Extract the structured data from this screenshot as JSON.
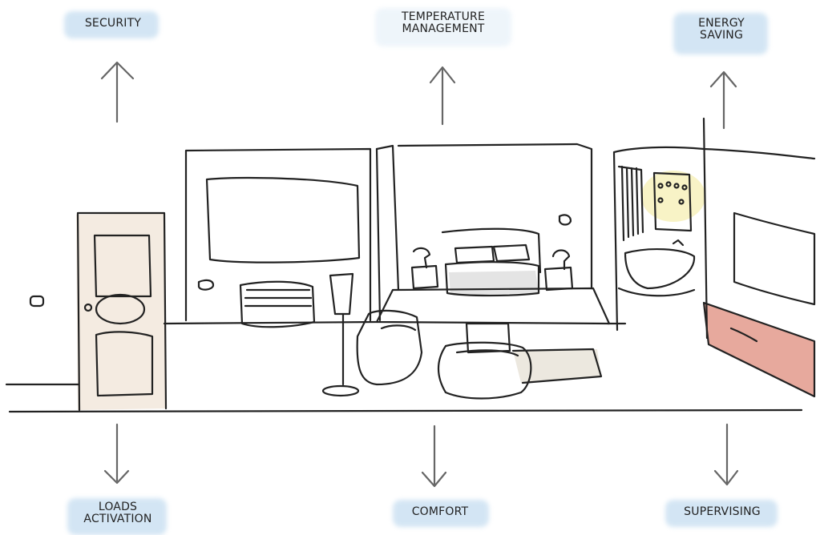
{
  "labels": {
    "security": "SECURITY",
    "temperature": "TEMPERATURE\nMANAGEMENT",
    "energy": "ENERGY\nSAVING",
    "loads": "LOADS\nACTIVATION",
    "comfort": "COMFORT",
    "supervising": "SUPERVISING"
  },
  "colors": {
    "label_wash": "#cfe3f3",
    "ink": "#222222",
    "door_tint": "#f1e6da",
    "rug_tint": "#ece8df",
    "thermostat_glow": "#f6f0b8",
    "tv_stand": "#e39a8c"
  }
}
